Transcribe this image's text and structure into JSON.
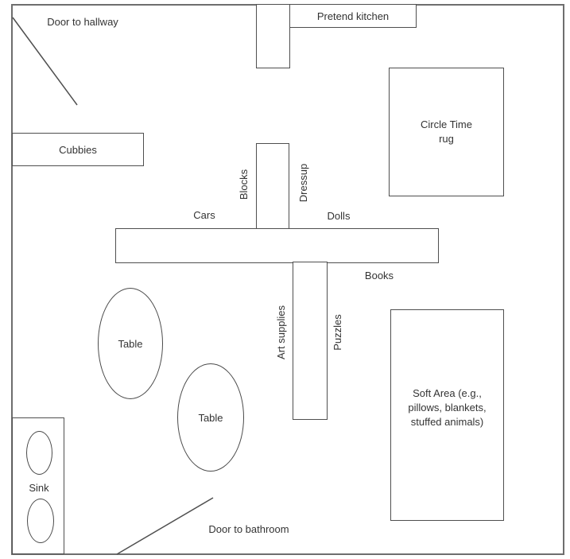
{
  "plan": {
    "doors": {
      "hallway": "Door to hallway",
      "bathroom": "Door to bathroom"
    },
    "areas": {
      "pretend_kitchen": "Pretend kitchen",
      "cubbies": "Cubbies",
      "circle_time_rug": "Circle Time rug",
      "soft_area": "Soft Area (e.g., pillows, blankets, stuffed animals)",
      "sink": "Sink",
      "table_1": "Table",
      "table_2": "Table"
    },
    "shelf_labels": {
      "blocks": "Blocks",
      "dressup": "Dressup",
      "cars": "Cars",
      "dolls": "Dolls",
      "books": "Books",
      "art_supplies": "Art supplies",
      "puzzles": "Puzzles"
    },
    "colors": {
      "wall": "#6e6e6e",
      "furniture_line": "#4f4f4f",
      "text": "#333333",
      "background": "#ffffff"
    }
  }
}
